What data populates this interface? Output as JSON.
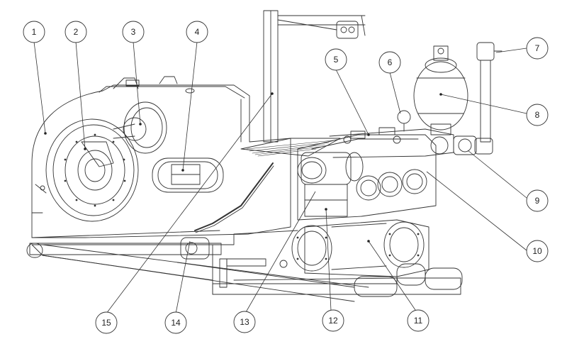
{
  "colors": {
    "line": "#333333",
    "background": "#ffffff"
  },
  "callouts": [
    {
      "id": "c1",
      "label": "1"
    },
    {
      "id": "c2",
      "label": "2"
    },
    {
      "id": "c3",
      "label": "3"
    },
    {
      "id": "c4",
      "label": "4"
    },
    {
      "id": "c5",
      "label": "5"
    },
    {
      "id": "c6",
      "label": "6"
    },
    {
      "id": "c7",
      "label": "7"
    },
    {
      "id": "c8",
      "label": "8"
    },
    {
      "id": "c9",
      "label": "9"
    },
    {
      "id": "c10",
      "label": "10"
    },
    {
      "id": "c11",
      "label": "11"
    },
    {
      "id": "c12",
      "label": "12"
    },
    {
      "id": "c13",
      "label": "13"
    },
    {
      "id": "c14",
      "label": "14"
    },
    {
      "id": "c15",
      "label": "15"
    }
  ]
}
